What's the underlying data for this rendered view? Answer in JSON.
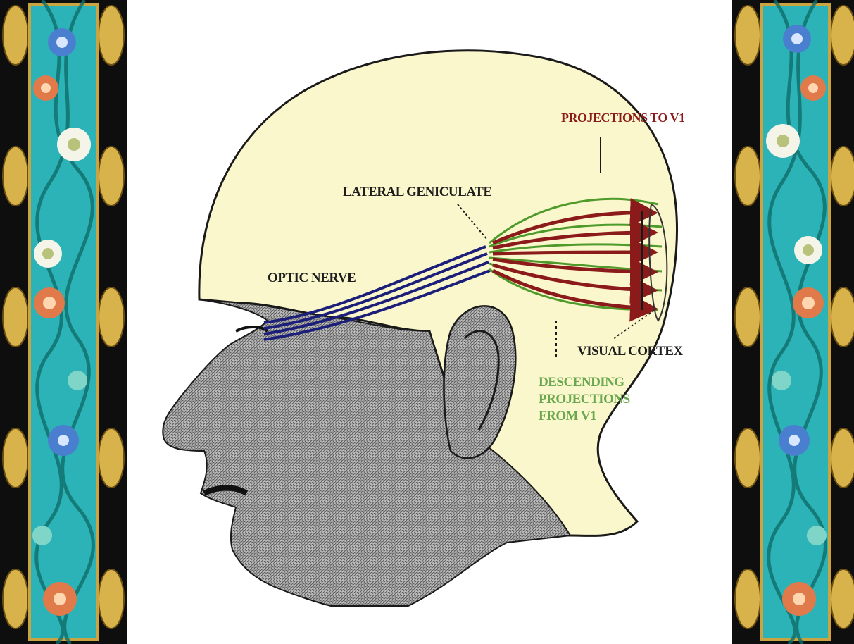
{
  "labels": {
    "projections_to_v1": "PROJECTIONS TO V1",
    "lateral_geniculate": "LATERAL GENICULATE",
    "optic_nerve": "OPTIC NERVE",
    "visual_cortex": "VISUAL CORTEX",
    "descending_line1": "DESCENDING",
    "descending_line2": "PROJECTIONS",
    "descending_line3": "FROM V1"
  },
  "colors": {
    "head_fill": "#fbf7cc",
    "optic_nerve": "#1b1f7a",
    "projections_red": "#8b1a1a",
    "projections_green": "#4e9a2a",
    "label_red": "#8b1a1a",
    "label_green": "#6aa84f",
    "border_teal": "#2bb3b8",
    "border_gold": "#d8b24a"
  }
}
